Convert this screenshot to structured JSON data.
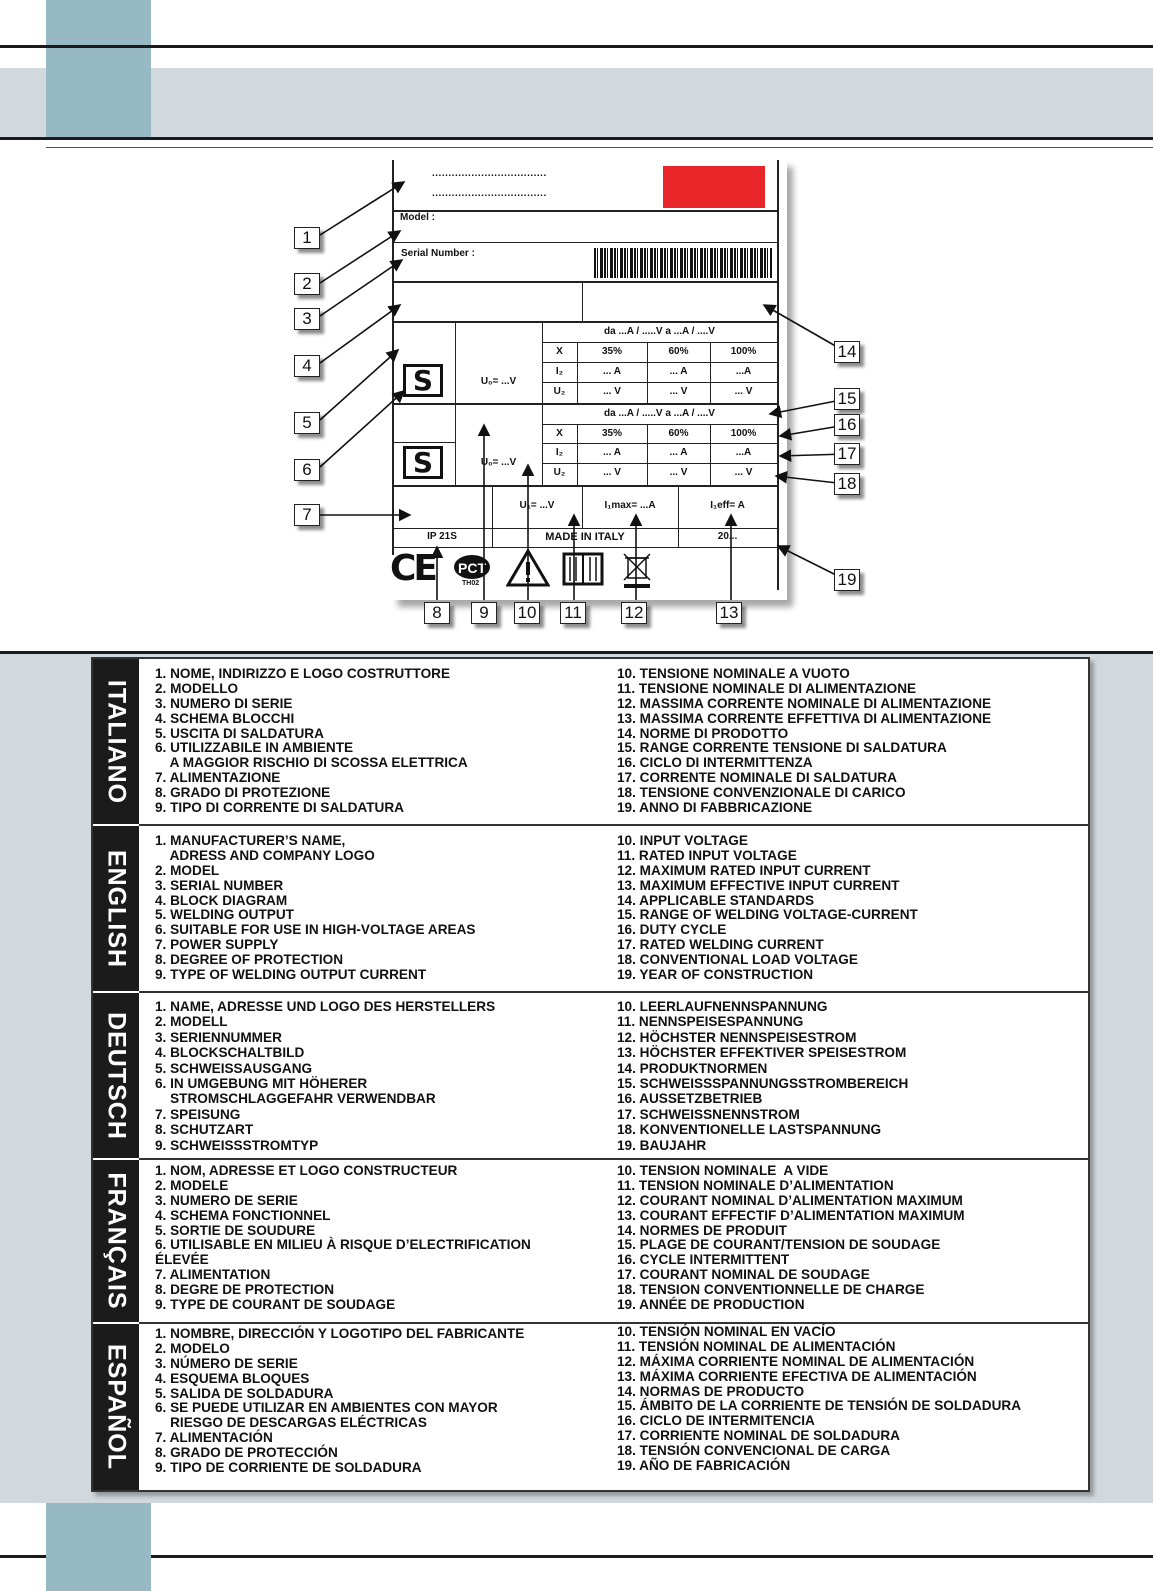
{
  "plate": {
    "dots1": "...................................",
    "dots2": "...................................",
    "model_label": "Model :",
    "serial_label": "Serial Number :",
    "block1": {
      "range": "da ...A / .....V a ...A / ....V",
      "x_label": "X",
      "x35": "35%",
      "x60": "60%",
      "x100": "100%",
      "i2_label": "I₂",
      "i2_a": "... A",
      "i2_b": "... A",
      "i2_c": "...A",
      "u2_label": "U₂",
      "u2_a": "... V",
      "u2_b": "... V",
      "u2_c": "... V",
      "u0": "U₀= ...V",
      "symbol": "S"
    },
    "block2": {
      "range": "da ...A / .....V a ...A / ....V",
      "x_label": "X",
      "x35": "35%",
      "x60": "60%",
      "x100": "100%",
      "i2_label": "I₂",
      "i2_a": "... A",
      "i2_b": "... A",
      "i2_c": "...A",
      "u2_label": "U₂",
      "u2_a": "... V",
      "u2_b": "... V",
      "u2_c": "... V",
      "u0": "U₀= ...V",
      "symbol": "S"
    },
    "u1": "U₁= ...V",
    "i1max": "I₁max= ...A",
    "i1eff": "I₁eff=    A",
    "ip": "IP 21S",
    "made_in": "MADE IN ITALY",
    "year": "20...",
    "ce": "CE",
    "pct_sub": "ТН02"
  },
  "callouts": [
    "1",
    "2",
    "3",
    "4",
    "5",
    "6",
    "7",
    "8",
    "9",
    "10",
    "11",
    "12",
    "13",
    "14",
    "15",
    "16",
    "17",
    "18",
    "19"
  ],
  "legend": [
    {
      "lang": "ITALIANO",
      "left": [
        "1. NOME, INDIRIZZO E LOGO COSTRUTTORE",
        "2. MODELLO",
        "3. NUMERO DI SERIE",
        "4. SCHEMA BLOCCHI",
        "5. USCITA DI SALDATURA",
        "6. UTILIZZABILE IN AMBIENTE",
        "    A MAGGIOR RISCHIO DI SCOSSA ELETTRICA",
        "7. ALIMENTAZIONE",
        "8. GRADO DI PROTEZIONE",
        "9. TIPO DI CORRENTE DI SALDATURA"
      ],
      "right": [
        "10. TENSIONE NOMINALE A VUOTO",
        "11. TENSIONE NOMINALE DI ALIMENTAZIONE",
        "12. MASSIMA CORRENTE NOMINALE DI ALIMENTAZIONE",
        "13. MASSIMA CORRENTE EFFETTIVA DI ALIMENTAZIONE",
        "14. NORME DI PRODOTTO",
        "15. RANGE CORRENTE TENSIONE DI SALDATURA",
        "16. CICLO DI INTERMITTENZA",
        "17. CORRENTE NOMINALE DI SALDATURA",
        "18. TENSIONE CONVENZIONALE DI CARICO",
        "19. ANNO DI FABBRICAZIONE"
      ]
    },
    {
      "lang": "ENGLISH",
      "left": [
        "1. MANUFACTURER’S NAME,",
        "    ADRESS AND COMPANY LOGO",
        "2. MODEL",
        "3. SERIAL NUMBER",
        "4. BLOCK DIAGRAM",
        "5. WELDING OUTPUT",
        "6. SUITABLE FOR USE IN HIGH-VOLTAGE AREAS",
        "7. POWER SUPPLY",
        "8. DEGREE OF PROTECTION",
        "9. TYPE OF WELDING OUTPUT CURRENT"
      ],
      "right": [
        "10. INPUT VOLTAGE",
        "11. RATED INPUT VOLTAGE",
        "12. MAXIMUM RATED INPUT CURRENT",
        "13. MAXIMUM EFFECTIVE INPUT CURRENT",
        "14. APPLICABLE STANDARDS",
        "15. RANGE OF WELDING VOLTAGE-CURRENT",
        "16. DUTY CYCLE",
        "17. RATED WELDING CURRENT",
        "18. CONVENTIONAL LOAD VOLTAGE",
        "19. YEAR OF CONSTRUCTION"
      ]
    },
    {
      "lang": "DEUTSCH",
      "left": [
        "1. NAME, ADRESSE UND LOGO DES HERSTELLERS",
        "2. MODELL",
        "3. SERIENNUMMER",
        "4. BLOCKSCHALTBILD",
        "5. SCHWEISSAUSGANG",
        "6. IN UMGEBUNG MIT HÖHERER",
        "    STROMSCHLAGGEFAHR VERWENDBAR",
        "7. SPEISUNG",
        "8. SCHUTZART",
        "9. SCHWEISSSTROMTYP"
      ],
      "right": [
        "10. LEERLAUFNENNSPANNUNG",
        "11. NENNSPEISESPANNUNG",
        "12. HÖCHSTER NENNSPEISESTROM",
        "13. HÖCHSTER EFFEKTIVER SPEISESTROM",
        "14. PRODUKTNORMEN",
        "15. SCHWEISSSPANNUNGSSTROMBEREICH",
        "16. AUSSETZBETRIEB",
        "17. SCHWEISSNENNSTROM",
        "18. KONVENTIONELLE LASTSPANNUNG",
        "19. BAUJAHR"
      ]
    },
    {
      "lang": "FRANÇAIS",
      "left": [
        "1. NOM, ADRESSE ET LOGO CONSTRUCTEUR",
        "2. MODELE",
        "3. NUMERO DE SERIE",
        "4. SCHEMA FONCTIONNEL",
        "5. SORTIE DE SOUDURE",
        "6. UTILISABLE EN MILIEU À RISQUE D’ELECTRIFICATION",
        "ÉLEVÉE",
        "7. ALIMENTATION",
        "8. DEGRE DE PROTECTION",
        "9. TYPE DE COURANT DE SOUDAGE"
      ],
      "right": [
        "10. TENSION NOMINALE  A VIDE",
        "11. TENSION NOMINALE D’ALIMENTATION",
        "12. COURANT NOMINAL D’ALIMENTATION MAXIMUM",
        "13. COURANT EFFECTIF D’ALIMENTATION MAXIMUM",
        "14. NORMES DE PRODUIT",
        "15. PLAGE DE COURANT/TENSION DE SOUDAGE",
        "16. CYCLE INTERMITTENT",
        "17. COURANT NOMINAL DE SOUDAGE",
        "18. TENSION CONVENTIONNELLE DE CHARGE",
        "19. ANNÉE DE PRODUCTION"
      ]
    },
    {
      "lang": "ESPAÑOL",
      "left": [
        "1. NOMBRE, DIRECCIÓN Y LOGOTIPO DEL FABRICANTE",
        "2. MODELO",
        "3. NÚMERO DE SERIE",
        "4. ESQUEMA BLOQUES",
        "5. SALIDA DE SOLDADURA",
        "6. SE PUEDE UTILIZAR EN AMBIENTES CON MAYOR",
        "    RIESGO DE DESCARGAS ELÉCTRICAS",
        "7. ALIMENTACIÓN",
        "8. GRADO DE PROTECCIÓN",
        "9. TIPO DE CORRIENTE DE SOLDADURA"
      ],
      "right": [
        "10. TENSIÓN NOMINAL EN VACÍO",
        "11. TENSIÓN NOMINAL DE ALIMENTACIÓN",
        "12. MÁXIMA CORRIENTE NOMINAL DE ALIMENTACIÓN",
        "13. MÁXIMA CORRIENTE EFECTIVA DE ALIMENTACIÓN",
        "14. NORMAS DE PRODUCTO",
        "15. ÁMBITO DE LA CORRIENTE DE TENSIÓN DE SOLDADURA",
        "16. CICLO DE INTERMITENCIA",
        "17. CORRIENTE NOMINAL DE SOLDADURA",
        "18. TENSIÓN CONVENCIONAL DE CARGA",
        "19. AÑO DE FABRICACIÓN"
      ]
    }
  ]
}
